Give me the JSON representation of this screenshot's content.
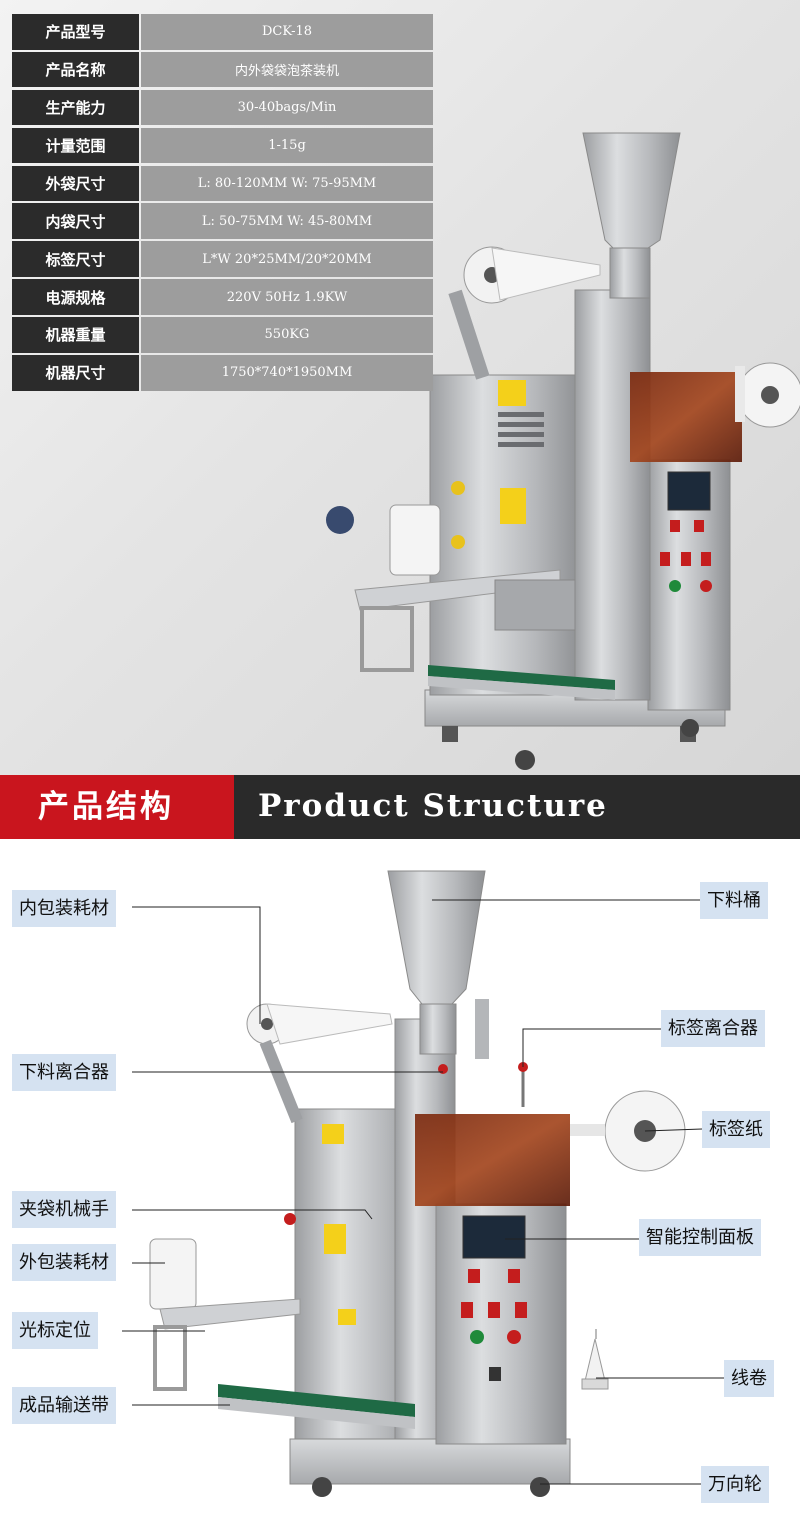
{
  "specs": [
    {
      "label": "产品型号",
      "value": "DCK-18"
    },
    {
      "label": "产品名称",
      "value": "内外袋袋泡茶装机"
    },
    {
      "label": "生产能力",
      "value": "30-40bags/Min"
    },
    {
      "label": "计量范围",
      "value": "1-15g"
    },
    {
      "label": "外袋尺寸",
      "value": "L: 80-120MM  W: 75-95MM"
    },
    {
      "label": "内袋尺寸",
      "value": "L: 50-75MM  W: 45-80MM"
    },
    {
      "label": "标签尺寸",
      "value": "L*W  20*25MM/20*20MM"
    },
    {
      "label": "电源规格",
      "value": "220V 50Hz 1.9KW"
    },
    {
      "label": "机器重量",
      "value": "550KG"
    },
    {
      "label": "机器尺寸",
      "value": "1750*740*1950MM"
    }
  ],
  "banner": {
    "cn": "产品结构",
    "en": "Product Structure"
  },
  "callouts": {
    "inner_material": "内包装耗材",
    "feeding_separator": "下料离合器",
    "bag_clamp": "夹袋机械手",
    "outer_material": "外包装耗材",
    "cursor_position": "光标定位",
    "conveyor": "成品输送带",
    "hopper": "下料桶",
    "label_separator": "标签离合器",
    "label_paper": "标签纸",
    "control_panel": "智能控制面板",
    "thread_roll": "线卷",
    "caster": "万向轮"
  },
  "colors": {
    "banner_red": "#c9151e",
    "banner_dark": "#2a2a2a",
    "spec_key_bg": "#2b2b2b",
    "spec_val_bg": "#9d9d9d",
    "callout_bg": "#d5e2f1"
  }
}
